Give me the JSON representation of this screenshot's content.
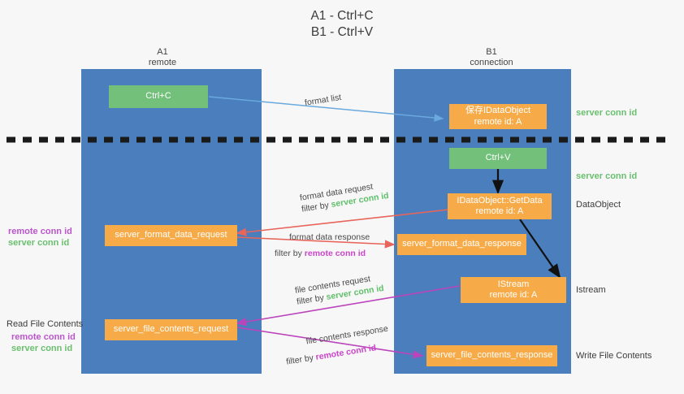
{
  "title": {
    "line1": "A1 - Ctrl+C",
    "line2": "B1 - Ctrl+V"
  },
  "columns": [
    {
      "name": "A1",
      "sub": "remote"
    },
    {
      "name": "B1",
      "sub": "connection"
    }
  ],
  "boxes": {
    "ctrl_c": {
      "label": "Ctrl+C",
      "color": "#72c07a"
    },
    "ctrl_v": {
      "label": "Ctrl+V",
      "color": "#72c07a"
    },
    "idataobject": {
      "line1": "保存IDataObject",
      "line2": "remote id: A",
      "color": "#f7ab48"
    },
    "getdata": {
      "line1": "IDataObject::GetData",
      "line2": "remote id: A",
      "color": "#f7ab48"
    },
    "istream": {
      "line1": "IStream",
      "line2": "remote id: A",
      "color": "#f7ab48"
    },
    "format_data_request": {
      "label": "server_format_data_request",
      "color": "#f7ab48"
    },
    "format_data_response": {
      "label": "server_format_data_response",
      "color": "#f7ab48"
    },
    "file_contents_request": {
      "label": "server_file_contents_request",
      "color": "#f7ab48"
    },
    "file_contents_response": {
      "label": "server_file_contents_response",
      "color": "#f7ab48"
    }
  },
  "connectors": {
    "format_list": {
      "label": "format list",
      "color": "#6aa9dd"
    },
    "format_data_request": {
      "line1": "format data request",
      "filter_prefix": "filter by ",
      "filter_key": "server conn id",
      "filter_color": "#5fbf6a",
      "color": "#e8655c"
    },
    "format_data_response": {
      "line1": "format data response",
      "filter_prefix": "filter by ",
      "filter_key": "remote conn id",
      "filter_color": "#cc44cc",
      "color": "#e8655c"
    },
    "file_contents_request": {
      "line1": "file contents request",
      "filter_prefix": "filter by ",
      "filter_key": "server conn id",
      "filter_color": "#5fbf6a",
      "color": "#bb44bb"
    },
    "file_contents_response": {
      "line1": "file contents response",
      "filter_prefix": "filter by ",
      "filter_key": "remote conn id",
      "filter_color": "#cc44cc",
      "color": "#bb44bb"
    }
  },
  "annotations": {
    "right": [
      {
        "text": "server conn id",
        "kind": "green"
      },
      {
        "text": "server conn id",
        "kind": "green"
      },
      {
        "text": "DataObject",
        "kind": "plain"
      },
      {
        "text": "Istream",
        "kind": "plain"
      },
      {
        "text": "Write File Contents",
        "kind": "plain"
      }
    ],
    "left": {
      "group1_line1": "remote conn id",
      "group1_line2": "server conn id",
      "read_file_contents": "Read File Contents",
      "group2_line1": "remote conn id",
      "group2_line2": "server conn id"
    }
  },
  "colors": {
    "lane": "#4a7ebc",
    "green_box": "#72c07a",
    "orange_box": "#f7ab48",
    "divider": "#1a1a1a",
    "background": "#f7f7f7"
  }
}
